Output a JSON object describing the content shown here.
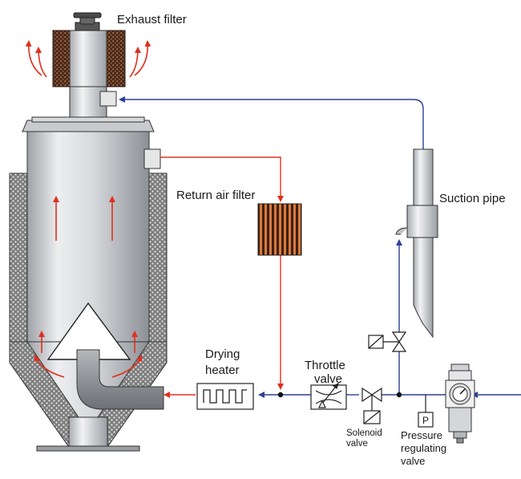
{
  "labels": {
    "exhaust_filter": "Exhaust filter",
    "return_air_filter": "Return air filter",
    "suction_pipe": "Suction pipe",
    "drying_heater_line1": "Drying",
    "drying_heater_line2": "heater",
    "throttle_valve_line1": "Throttle",
    "throttle_valve_line2": "valve",
    "solenoid_valve_line1": "Solenoid",
    "solenoid_valve_line2": "valve",
    "pressure_reg_line1": "Pressure",
    "pressure_reg_line2": "regulating",
    "pressure_reg_line3": "valve",
    "gauge_symbol": "P"
  },
  "colors": {
    "air_supply_line": "#2b3f9a",
    "hot_air_line": "#e0301e",
    "vessel_body": "#d9dadc",
    "insulation": "#8a8a8a",
    "filter_media": "#5a3222"
  }
}
